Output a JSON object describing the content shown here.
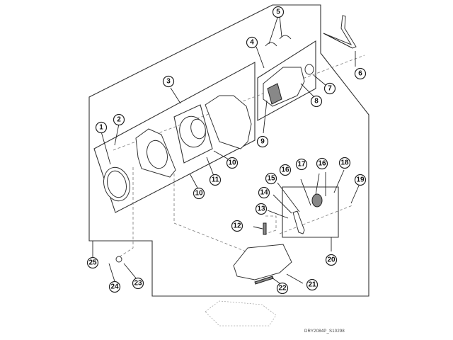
{
  "diagram": {
    "title": "Motor and Blower Assembly exploded view",
    "footer_code": "DRY2084P_S10298",
    "callouts": [
      {
        "id": "1",
        "label": "1"
      },
      {
        "id": "2",
        "label": "2"
      },
      {
        "id": "3",
        "label": "3"
      },
      {
        "id": "4",
        "label": "4"
      },
      {
        "id": "5",
        "label": "5"
      },
      {
        "id": "6",
        "label": "6"
      },
      {
        "id": "7",
        "label": "7"
      },
      {
        "id": "8",
        "label": "8"
      },
      {
        "id": "9",
        "label": "9"
      },
      {
        "id": "10a",
        "label": "10"
      },
      {
        "id": "10b",
        "label": "10"
      },
      {
        "id": "11",
        "label": "11"
      },
      {
        "id": "12",
        "label": "12"
      },
      {
        "id": "13",
        "label": "13"
      },
      {
        "id": "14",
        "label": "14"
      },
      {
        "id": "15",
        "label": "15"
      },
      {
        "id": "16a",
        "label": "16"
      },
      {
        "id": "16b",
        "label": "16"
      },
      {
        "id": "17",
        "label": "17"
      },
      {
        "id": "18",
        "label": "18"
      },
      {
        "id": "19",
        "label": "19"
      },
      {
        "id": "20",
        "label": "20"
      },
      {
        "id": "21",
        "label": "21"
      },
      {
        "id": "22",
        "label": "22"
      },
      {
        "id": "23",
        "label": "23"
      },
      {
        "id": "24",
        "label": "24"
      },
      {
        "id": "25",
        "label": "25"
      }
    ]
  }
}
